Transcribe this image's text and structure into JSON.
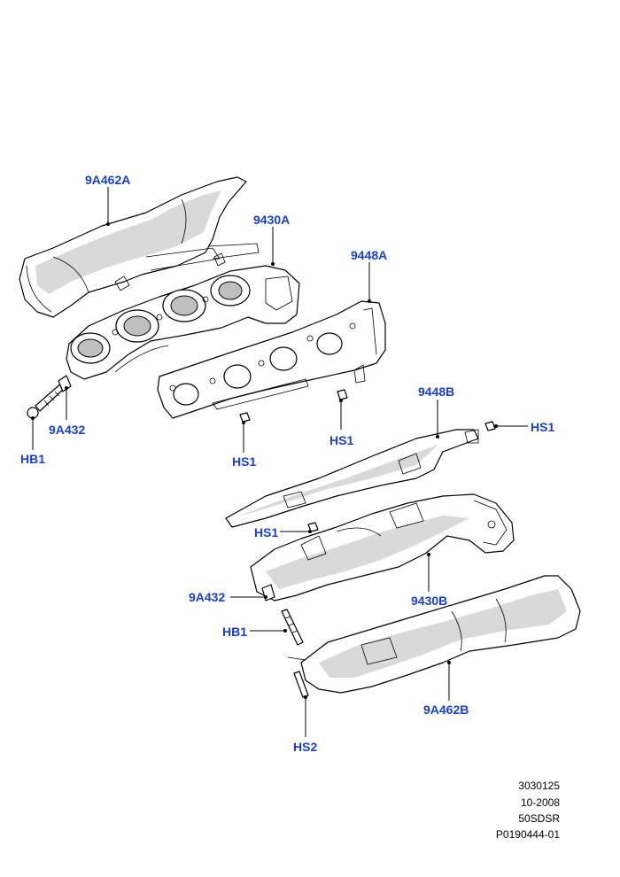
{
  "colors": {
    "label": "#1a3fd6",
    "line": "#000000",
    "background": "#ffffff"
  },
  "callouts": {
    "heat_shield_a": "9A462A",
    "manifold_a": "9430A",
    "gasket_a": "9448A",
    "stud_left": "9A432",
    "bolt_left": "HB1",
    "nut_a1": "HS1",
    "nut_a2": "HS1",
    "gasket_b": "9448B",
    "nut_b1": "HS1",
    "nut_b2": "HS1",
    "stud_right": "9A432",
    "manifold_b": "9430B",
    "bolt_right": "HB1",
    "heat_shield_b": "9A462B",
    "nut_hs2": "HS2"
  },
  "reference": {
    "line1": "3030125",
    "line2": "10-2008",
    "line3": "50SDSR",
    "line4": "P0190444-01"
  }
}
